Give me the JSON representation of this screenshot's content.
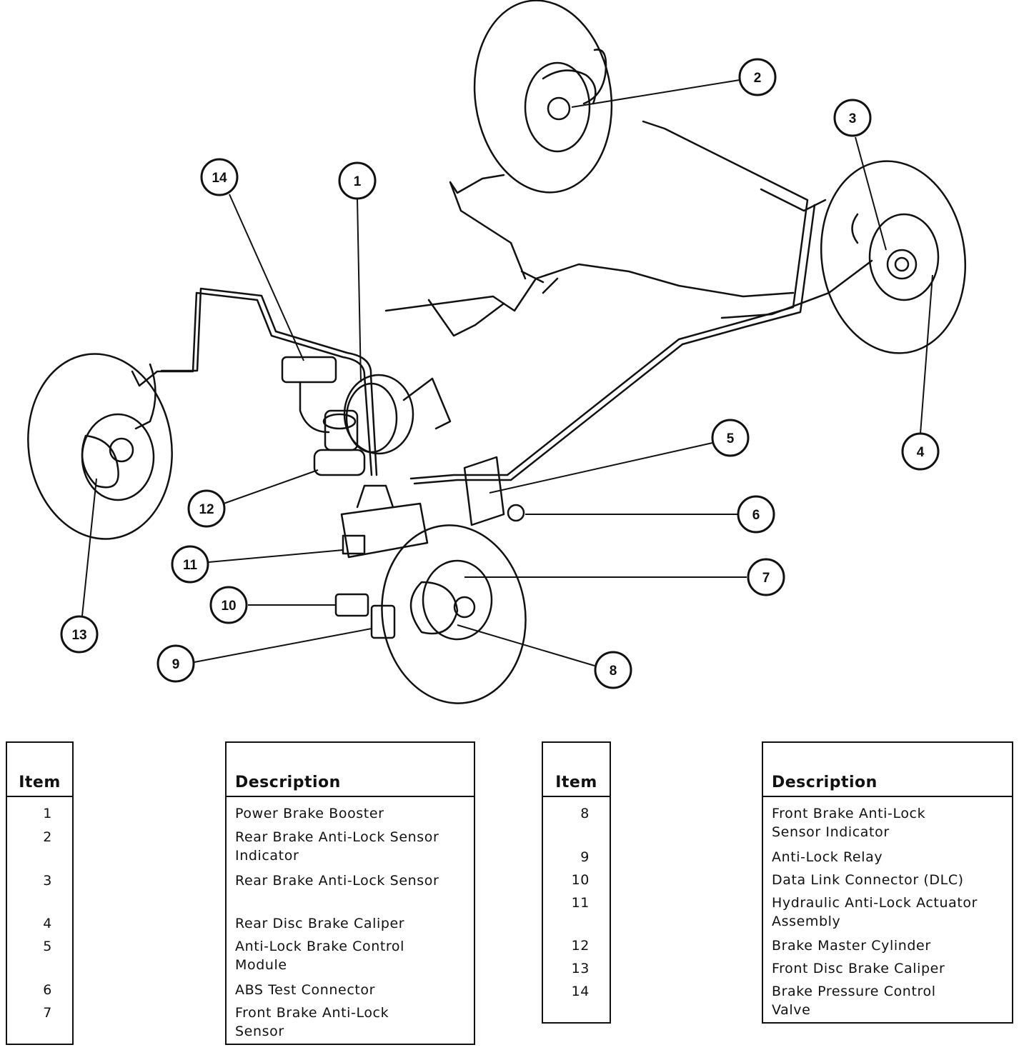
{
  "callouts": [
    "1",
    "2",
    "3",
    "4",
    "5",
    "6",
    "7",
    "8",
    "9",
    "10",
    "11",
    "12",
    "13",
    "14"
  ],
  "legend": {
    "item_header": "Item",
    "description_header": "Description",
    "left": {
      "items": [
        "1",
        "2",
        "3",
        "4",
        "5",
        "6",
        "7"
      ],
      "descriptions": [
        "Power Brake Booster",
        "Rear Brake Anti-Lock Sensor Indicator",
        "Rear Brake Anti-Lock Sensor",
        "Rear Disc Brake Caliper",
        "Anti-Lock Brake Control Module",
        "ABS Test Connector",
        "Front Brake Anti-Lock Sensor"
      ]
    },
    "right": {
      "items": [
        "8",
        "9",
        "10",
        "11",
        "12",
        "13",
        "14"
      ],
      "descriptions": [
        "Front Brake Anti-Lock Sensor Indicator",
        "Anti-Lock Relay",
        "Data Link Connector (DLC)",
        "Hydraulic Anti-Lock Actuator Assembly",
        "Brake Master Cylinder",
        "Front Disc Brake Caliper",
        "Brake Pressure Control Valve"
      ]
    }
  }
}
